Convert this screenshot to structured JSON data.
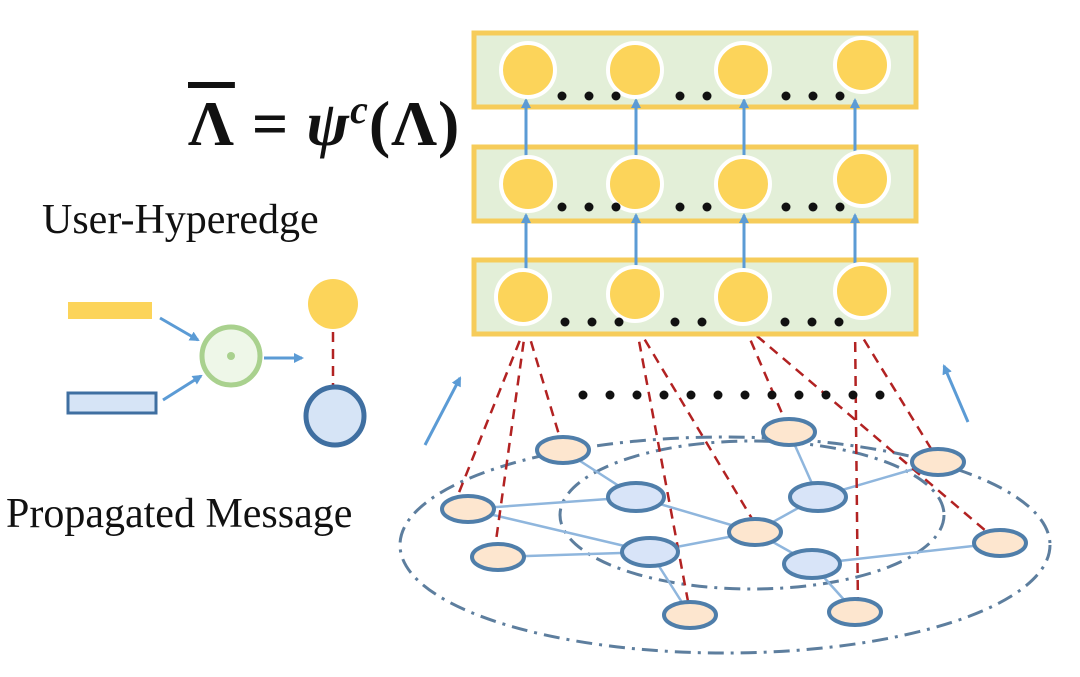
{
  "formula": {
    "base": "Λ",
    "equals": "=",
    "func": "ψ",
    "sup": "c",
    "arg": "(Λ)"
  },
  "labels": {
    "user_hyperedge": "User-Hyperedge",
    "propagated_message": "Propagated Message"
  },
  "colors": {
    "layer_fill": "#e3efd8",
    "layer_border": "#f6cc5a",
    "node_yellow": "#fcd45a",
    "arrow_blue": "#5b9bd5",
    "dash_red": "#b22222",
    "graph_node_fill_light": "#fde6cf",
    "graph_node_fill_blue": "#d8e4f8",
    "graph_node_stroke": "#4f7eaa",
    "legend_green": "#a9d18e",
    "legend_blue_fill": "#d6e4f6",
    "legend_blue_stroke": "#3f6fa1"
  }
}
